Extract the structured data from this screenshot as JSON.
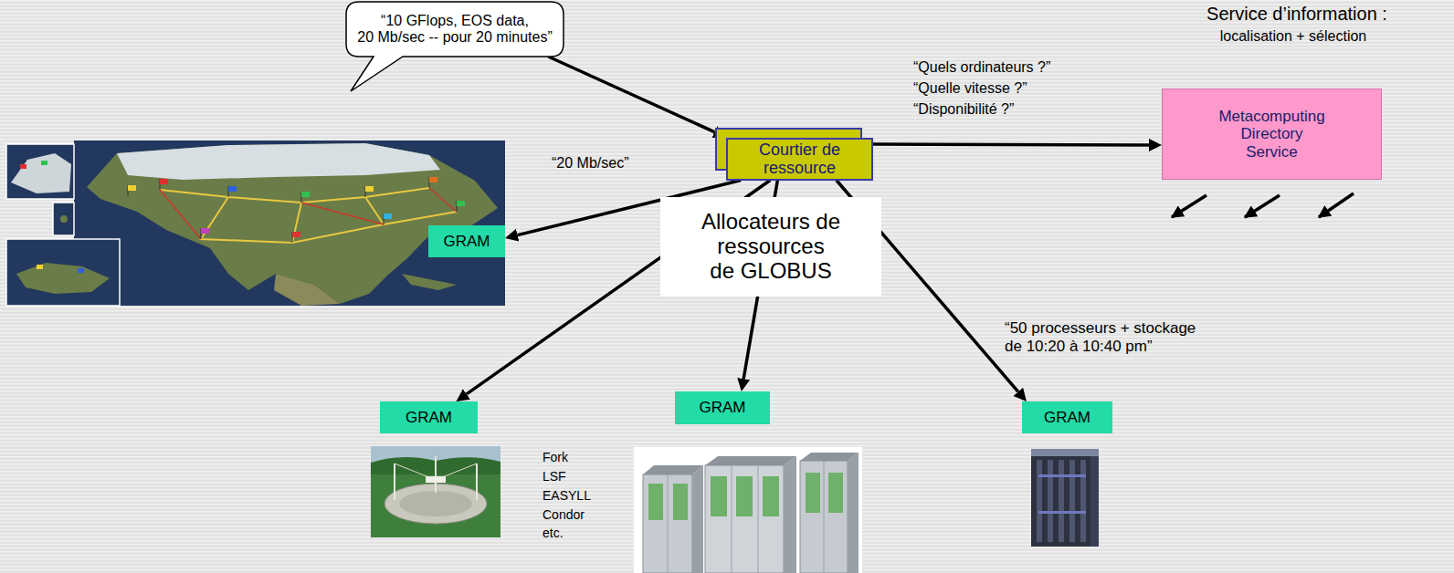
{
  "diagram": {
    "nodes": [
      {
        "text": [
          "“10 GFlops, EOS data, 20 Mb/sec -- pour 20 minutes”"
        ]
      },
      {
        "text": [
          "Courtier de ressource"
        ]
      },
      {
        "text": [
          "Metacomputing Directory Service"
        ]
      },
      {
        "text": [
          "GRAM"
        ]
      },
      {
        "text": [
          "Allocateurs de ressources de GLOBUS"
        ]
      },
      {
        "text": [
          "GRAM"
        ]
      },
      {
        "text": [
          "GRAM"
        ]
      },
      {
        "text": [
          "GRAM"
        ]
      }
    ],
    "edges": [
      {
        "from": 0,
        "to": 1,
        "arrow": "to"
      },
      {
        "from": 1,
        "to": 2,
        "arrow": "to"
      },
      {
        "from": 1,
        "to": 3,
        "label": "“20 Mb/sec”",
        "arrow": "to"
      },
      {
        "from": 1,
        "to": 5,
        "arrow": "to"
      },
      {
        "from": 1,
        "to": 6,
        "arrow": "to"
      },
      {
        "from": 1,
        "to": 7,
        "label": "“50 processeurs + stockage de 10:20 à 10:40 pm”",
        "arrow": "to"
      }
    ],
    "labels": [
      "Service d’information :",
      "localisation + sélection",
      "“Quels ordinateurs ?”",
      "“Quelle vitesse ?”",
      "“Disponibilité ?”",
      "Fork",
      "LSF",
      "EASYLL",
      "Condor",
      "etc."
    ]
  }
}
